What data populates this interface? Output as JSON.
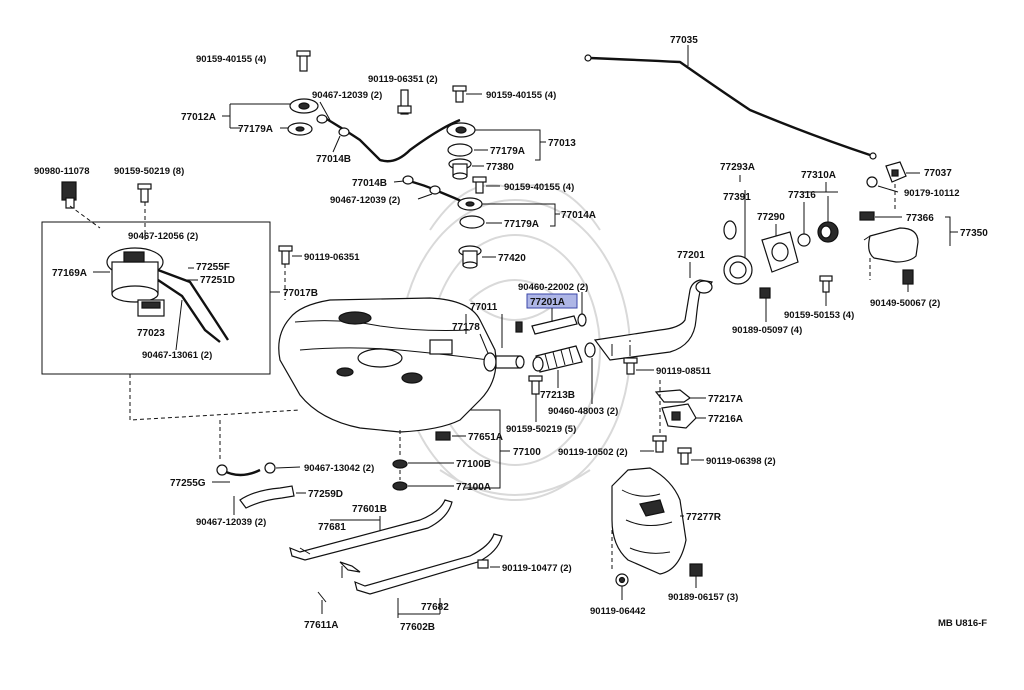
{
  "diagram": {
    "highlighted_part": "77201A",
    "highlight_color": "#aeb6e6",
    "footer_code": "MB U816-F",
    "labels": {
      "p77035": "77035",
      "p90159_40155_4a": "90159-40155 (4)",
      "p90119_06351_2": "90119-06351 (2)",
      "p90467_12039_2a": "90467-12039 (2)",
      "p90159_40155_4b": "90159-40155 (4)",
      "p77012A": "77012A",
      "p77179A_a": "77179A",
      "p77179A_b": "77179A",
      "p77013": "77013",
      "p77014B_a": "77014B",
      "p77380": "77380",
      "p77014B_b": "77014B",
      "p90159_40155_4c": "90159-40155 (4)",
      "p90467_12039_2b": "90467-12039 (2)",
      "p77179A_c": "77179A",
      "p77014A": "77014A",
      "p77420": "77420",
      "p90980_11078": "90980-11078",
      "p90159_50219_8": "90159-50219 (8)",
      "p90467_12056_2": "90467-12056 (2)",
      "p77255F": "77255F",
      "p77169A": "77169A",
      "p77251D": "77251D",
      "p90119_06351": "90119-06351",
      "p77017B": "77017B",
      "p77023": "77023",
      "p90467_13061_2": "90467-13061 (2)",
      "p77293A": "77293A",
      "p77310A": "77310A",
      "p77037": "77037",
      "p90179_10112": "90179-10112",
      "p77391": "77391",
      "p77316": "77316",
      "p77290": "77290",
      "p77366": "77366",
      "p77350": "77350",
      "p77201": "77201",
      "p90460_22002_2": "90460-22002 (2)",
      "p77201A": "77201A",
      "p77011": "77011",
      "p77178": "77178",
      "p90159_50153_4": "90159-50153 (4)",
      "p90149_50067_2": "90149-50067 (2)",
      "p90189_05097_4": "90189-05097 (4)",
      "p90119_08511": "90119-08511",
      "p77213B": "77213B",
      "p77217A": "77217A",
      "p90460_48003_2": "90460-48003 (2)",
      "p77216A": "77216A",
      "p90159_50219_5": "90159-50219 (5)",
      "p77651A": "77651A",
      "p90119_10502_2": "90119-10502 (2)",
      "p90119_06398_2": "90119-06398 (2)",
      "p77100": "77100",
      "p77100B": "77100B",
      "p90467_13042_2": "90467-13042 (2)",
      "p77255G": "77255G",
      "p77100A": "77100A",
      "p77259D": "77259D",
      "p90467_12039_2c": "90467-12039 (2)",
      "p77601B": "77601B",
      "p77681": "77681",
      "p77277R": "77277R",
      "p90119_10477_2": "90119-10477 (2)",
      "p77682": "77682",
      "p90119_06442": "90119-06442",
      "p90189_06157_3": "90189-06157 (3)",
      "p77611A": "77611A",
      "p77602B": "77602B"
    }
  }
}
